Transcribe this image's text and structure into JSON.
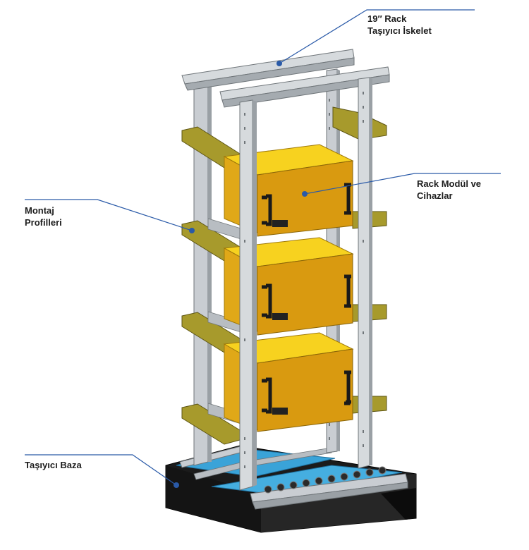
{
  "labels": {
    "skeleton": {
      "line1": "19″ Rack",
      "line2": "Taşıyıcı İskelet"
    },
    "modules": {
      "line1": "Rack Modül ve",
      "line2": "Cihazlar"
    },
    "profiles": {
      "line1": "Montaj",
      "line2": "Profilleri"
    },
    "base": {
      "line1": "Taşıyıcı Baza"
    }
  },
  "colors": {
    "leader_line": "#2a5aa8",
    "frame_metal": "#c9cdd2",
    "frame_edge": "#6f7579",
    "module_front": "#d99a10",
    "module_top": "#f7d21f",
    "module_side": "#e0a818",
    "mounting_profile": "#a79a2c",
    "base_black": "#1b1b1b",
    "base_plate_blue": "#3aa3d8"
  }
}
